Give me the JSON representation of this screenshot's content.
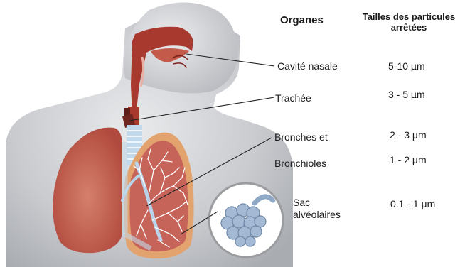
{
  "header": {
    "organs": "Organes",
    "sizes_line1": "Tailles des particules",
    "sizes_line2": "arrêtées"
  },
  "rows": [
    {
      "organ": "Cavité nasale",
      "size": "5-10 µm"
    },
    {
      "organ": "Trachée",
      "size": "3 - 5 µm"
    },
    {
      "organ": "Bronches et",
      "size": "2 - 3 µm"
    },
    {
      "organ": "Bronchioles",
      "size": "1 - 2 µm"
    },
    {
      "organ_line1": "Sac",
      "organ_line2": "alvéolaires",
      "size": "0.1 - 1 µm"
    }
  ],
  "colors": {
    "body": "#c4c6ca",
    "airway": "#a8392e",
    "lung": "#c7645a",
    "lung_border": "#e3a36e",
    "bronchi": "#b9d4ea",
    "alveoli": "#8fa8c6"
  }
}
